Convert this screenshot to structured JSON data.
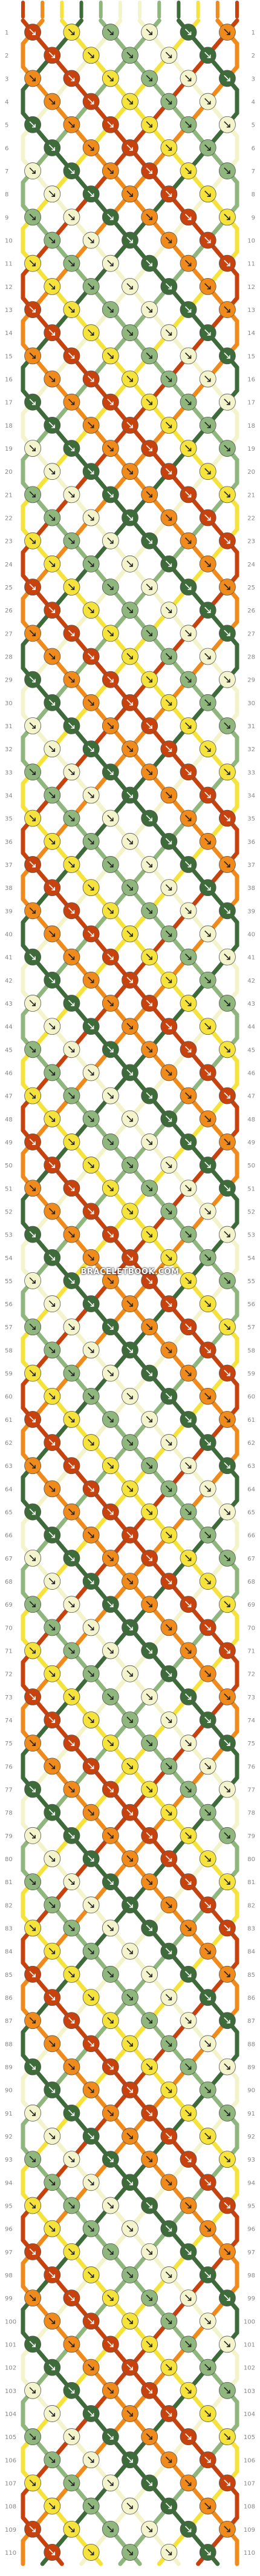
{
  "watermark": "BRACELETBOOK.COM",
  "pattern": {
    "rows": 110,
    "palette": {
      "dark_orange": "#c8420e",
      "orange": "#f08a1a",
      "yellow": "#f5e23a",
      "dark_green": "#3e6b3a",
      "light_green": "#8fb67d",
      "cream": "#f4f4cc"
    },
    "strands": [
      "dark_orange",
      "orange",
      "yellow",
      "dark_green",
      "light_green",
      "cream",
      "cream",
      "light_green",
      "dark_green",
      "yellow",
      "orange",
      "dark_orange"
    ]
  }
}
